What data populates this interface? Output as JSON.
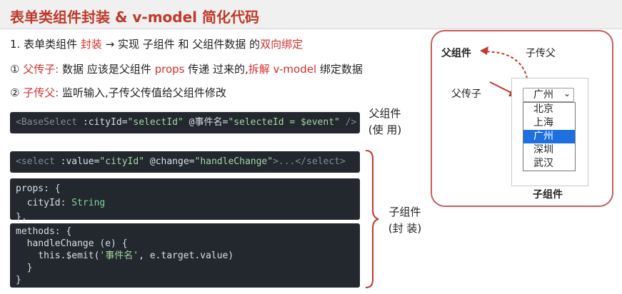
{
  "title": "表单类组件封装 & v-model 简化代码",
  "points": {
    "p1": {
      "pre": "1. 表单类组件 ",
      "red1": "封装",
      "mid": " → 实现 子组件 和 父组件数据 的",
      "red2": "双向绑定"
    },
    "p2": {
      "pre": "① ",
      "red1": "父传子:",
      "mid": " 数据 应该是父组件 ",
      "red2": "props",
      "mid2": " 传递 过来的,",
      "red3": "拆解 v-model",
      "post": " 绑定数据"
    },
    "p3": {
      "pre": "② ",
      "red1": "子传父:",
      "post": " 监听输入,子传父传值给父组件修改"
    }
  },
  "code": {
    "parent": {
      "open": "<BaseSelect ",
      "attr1": ":cityId=",
      "val1": "\"selectId\"",
      "attr2": " @事件名=",
      "val2": "\"selecteId = $event\"",
      "close": " />"
    },
    "select": {
      "open": "<select ",
      "attr1": ":value=",
      "val1": "\"cityId\"",
      "attr2": " @change=",
      "val2": "\"handleChange\"",
      "mid": ">...",
      "close": "</select>"
    },
    "props": {
      "l1": "props: {",
      "l2a": "  cityId: ",
      "l2b": "String",
      "l3": "},"
    },
    "methods": {
      "l1": "methods: {",
      "l2": "  handleChange (e) {",
      "l3a": "    this.$emit(",
      "l3b": "'事件名'",
      "l3c": ", e.target.value)",
      "l4": "  }",
      "l5": "}"
    }
  },
  "labels": {
    "parent_line1": "父组件",
    "parent_line2": "(使 用)",
    "child_line1": "子组件",
    "child_line2": "(封 装)"
  },
  "diagram": {
    "parent": "父组件",
    "child_to_parent": "子传父",
    "parent_to_child": "父传子",
    "child": "子组件",
    "selected": "广州",
    "chevron": "⌄",
    "options": [
      "北京",
      "上海",
      "广州",
      "深圳",
      "武汉"
    ],
    "highlighted_index": 2,
    "colors": {
      "accent": "#c0392b",
      "highlight": "#1e6fe0",
      "border": "#c65c5c"
    }
  }
}
